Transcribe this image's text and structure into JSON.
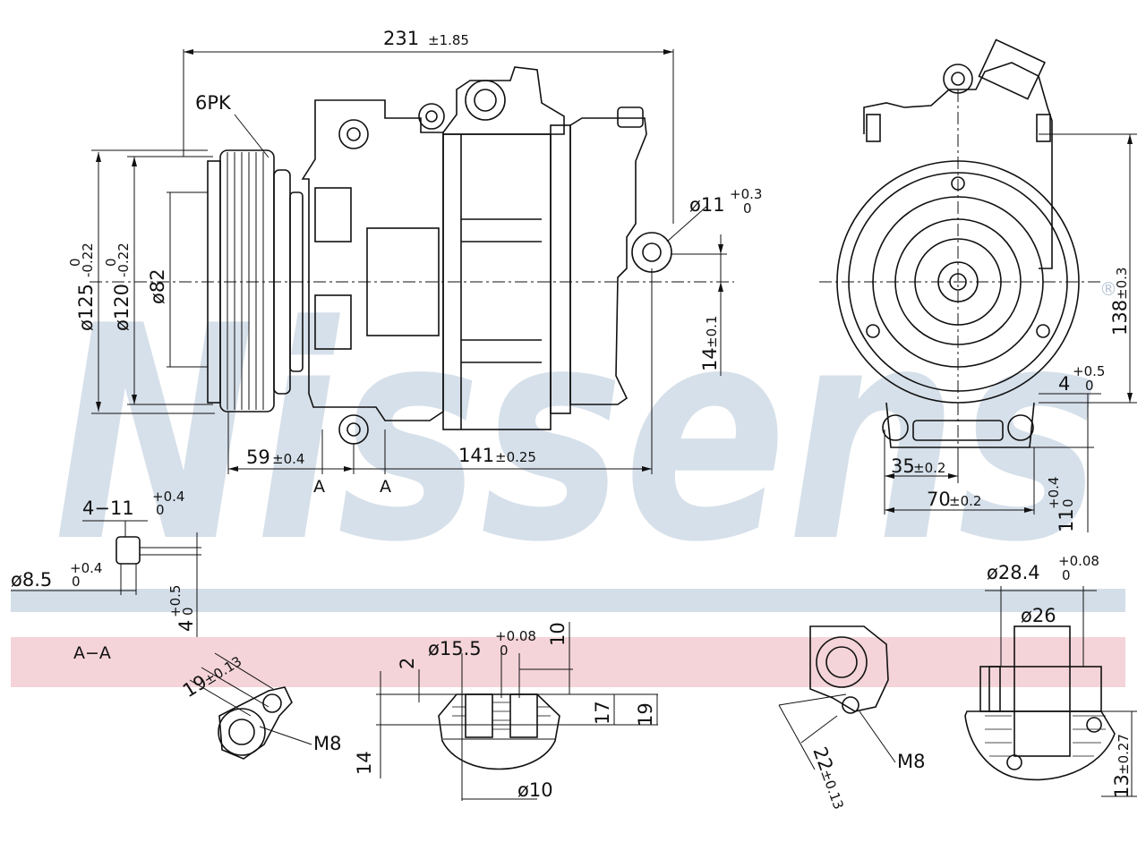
{
  "watermark": {
    "brand": "Nissens",
    "registered_mark": "®",
    "band_blue": "#c9d6e4",
    "band_red": "#f0c6cc"
  },
  "dimensions": {
    "overall_length": "231",
    "overall_length_tol": "±1.85",
    "belt": "6PK",
    "pulley_d125": "ø125",
    "pulley_d125_tol_upper": "0",
    "pulley_d125_tol_lower": "-0.22",
    "pulley_d120": "ø120",
    "pulley_d120_tol_upper": "0",
    "pulley_d120_tol_lower": "-0.22",
    "hub_d82": "ø82",
    "mount_hole": "ø11",
    "mount_hole_tol_upper": "+0.3",
    "mount_hole_tol_lower": "0",
    "offset_14": "14",
    "offset_14_tol": "±0.1",
    "dist_59": "59",
    "dist_59_tol": "±0.4",
    "dist_141": "141",
    "dist_141_tol": "±0.25",
    "section_a_left": "A",
    "section_a_right": "A",
    "height_138": "138",
    "height_138_tol": "±0.3",
    "dim_4": "4",
    "dim_4_tol_upper": "+0.5",
    "dim_4_tol_lower": "0",
    "dim_35": "35",
    "dim_35_tol": "±0.2",
    "dim_70": "70",
    "dim_70_tol": "±0.2",
    "dim_11": "11",
    "dim_11_tol_upper": "+0.4",
    "dim_11_tol_lower": "0",
    "holes_4x11": "4−11",
    "holes_4x11_tol_upper": "+0.4",
    "holes_4x11_tol_lower": "0",
    "hole_d85": "ø8.5",
    "hole_d85_tol_upper": "+0.4",
    "hole_d85_tol_lower": "0",
    "detail_4": "4",
    "detail_4_tol_upper": "+0.5",
    "detail_4_tol_lower": "0"
  },
  "sections": {
    "aa_label": "A−A",
    "dim_19": "19",
    "dim_19_tol": "±0.13",
    "thread_m8_left": "M8",
    "port_d155": "ø15.5",
    "port_d155_tol_upper": "+0.08",
    "port_d155_tol_lower": "0",
    "dim_2": "2",
    "dim_10": "10",
    "dim_17": "17",
    "dim_19b": "19",
    "dim_14": "14",
    "port_d10": "ø10",
    "dim_22": "22",
    "dim_22_tol": "±0.13",
    "thread_m8_right": "M8",
    "port_d284": "ø28.4",
    "port_d284_tol_upper": "+0.08",
    "port_d284_tol_lower": "0",
    "port_d26": "ø26",
    "dim_13": "13",
    "dim_13_tol": "±0.27"
  }
}
